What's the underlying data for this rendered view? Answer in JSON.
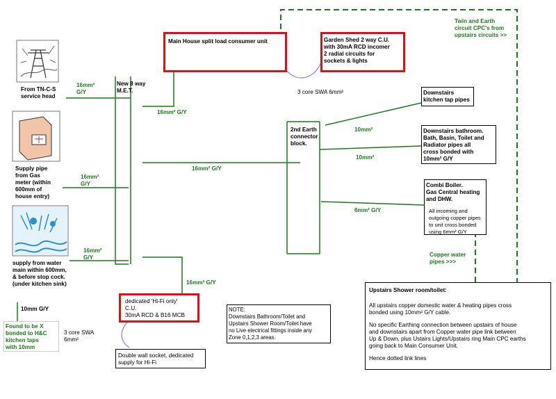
{
  "title_consumer_unit": "Main House split load consumer unit",
  "garden_shed": "Garden Shed 2 way C.U.\nwith 30mA RCD incomer\n2 radial circuits for\nsockets & lights",
  "twin_earth": "Twin and Earth\ncircuit CPC's from\nupstairs circuits >>",
  "swa_main": "3 core SWA 6mm²",
  "service_head": "From TN-C-S\nservice head",
  "met": "New 8 way\nM.E.T.",
  "gas_meter": "Supply pipe\nfrom Gas\nmeter (within\n600mm of\nhouse entry)",
  "water_main": "supply from water\nmain within 600mm,\n& before stop cock.\n(under kitchen sink)",
  "xbond": "Found to be X\nbonded to H&C\nkitchen taps\nwith 10mm",
  "connector": "2nd  Earth\nconnector\nblock.",
  "kitchen_taps": "Downstairs\nkitchen tap pipes",
  "bathroom": "Downstairs bathroom.\nBath, Basin, Toilet and\nRadiator pipes all\ncross bonded with\n10mm² G/Y",
  "combi_title": "Combi Boiler.\nGas Central heating\nand DHW.",
  "combi_body": "All incoming and\noutgoing copper pipes\nto unit cross bonded\nusing 6mm² G/Y",
  "hifi_cu": "dedicated 'Hi-Fi only'\nC.U.\n30mA RCD & B16 MCB",
  "hifi_socket": "Double wall socket, dedicated\nsupply for Hi-Fi",
  "note": "NOTE:\nDownstairs Bathroom/Toilet and\nUpstairs Shower Room/Toilet have\nno Live electrical fittings inside any\nZone 0,1,2,3 areas.",
  "swa_hifi": "3 core SWA\n6mm²",
  "upstairs_title": "Upstairs Shower room/toilet:",
  "upstairs_p1": "All upstairs copper domestic water & heating pipes cross\nbonded using 10mm² G/Y cable.",
  "upstairs_p2": "No specific Earthing connection between upstairs of house\nand downstairs apart from Copper water pipe link between\nUp & Down, plus  Ustairs Lights/Upstairs ring Main CPC earths\ngoing back to Main Consumer Unit.",
  "upstairs_p3": "Hence dotted link lines",
  "copper_water": "Copper water\npipes   >>>",
  "labels": {
    "l16_service": "16mm²\nG/Y",
    "l16_cu": "16mm² G/Y",
    "l16_gas": "16mm²\nG/Y",
    "l16_main": "16mm² G/Y",
    "l16_water": "16mm²\nG/Y",
    "l16_hifi": "16mm² G/Y",
    "l10_water": "10mm G/Y",
    "l10_kitchen": "10mm²",
    "l10_bath": "10mm²",
    "l6_combi": "6mm² G/Y"
  },
  "colors": {
    "wire": "#1a7a1a",
    "cu_border": "#e01010",
    "cable": "#8c7fd0"
  }
}
